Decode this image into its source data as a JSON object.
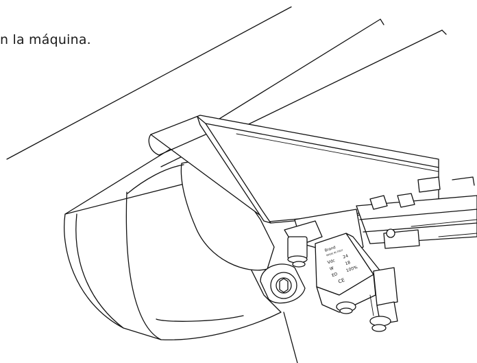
{
  "caption": "n la máquina.",
  "label": {
    "brand": "Brand",
    "made_in": "MADE IN ITALY",
    "rows": [
      {
        "key": "Vdc",
        "value": "24"
      },
      {
        "key": "W",
        "value": "18"
      },
      {
        "key": "ED",
        "value": "100%"
      }
    ],
    "ce_mark": "CE"
  },
  "icons": [
    "ce-mark-icon"
  ]
}
